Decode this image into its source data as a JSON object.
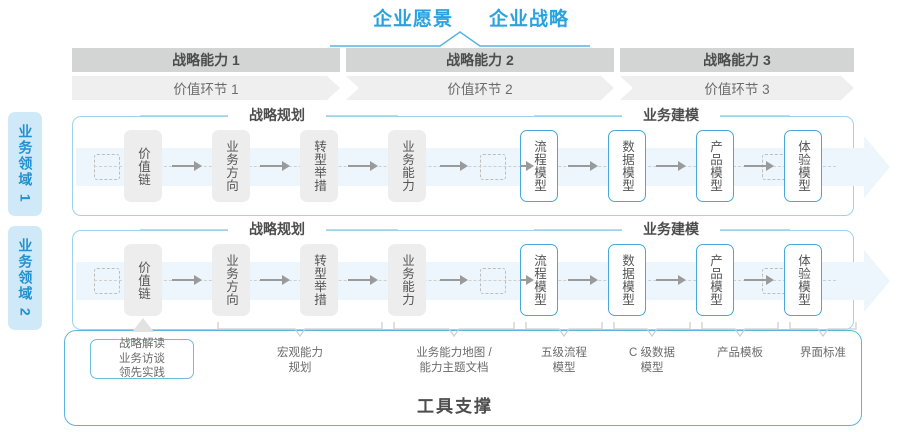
{
  "header": {
    "vision": "企业愿景",
    "strategy": "企业战略"
  },
  "capabilities": [
    {
      "label": "战略能力 1",
      "value_link": "价值环节 1"
    },
    {
      "label": "战略能力 2",
      "value_link": "价值环节 2"
    },
    {
      "label": "战略能力 3",
      "value_link": "价值环节 3"
    }
  ],
  "domains": [
    {
      "label": "业务领域 1"
    },
    {
      "label": "业务领域 2"
    }
  ],
  "groups": [
    {
      "label": "战略规划"
    },
    {
      "label": "业务建模"
    }
  ],
  "nodes": [
    {
      "label": "价值链",
      "style": "grey"
    },
    {
      "label": "业务方向",
      "style": "grey"
    },
    {
      "label": "转型举措",
      "style": "grey"
    },
    {
      "label": "业务能力",
      "style": "grey"
    },
    {
      "label": "流程模型",
      "style": "blue"
    },
    {
      "label": "数据模型",
      "style": "blue"
    },
    {
      "label": "产品模型",
      "style": "blue"
    },
    {
      "label": "体验模型",
      "style": "blue"
    }
  ],
  "tools": {
    "title": "工具支撑",
    "first": {
      "line1": "战略解读",
      "line2": "业务访谈",
      "line3": "领先实践"
    },
    "items": [
      {
        "line1": "宏观能力",
        "line2": "规划"
      },
      {
        "line1": "业务能力地图 /",
        "line2": "能力主题文档"
      },
      {
        "line1": "五级流程",
        "line2": "模型"
      },
      {
        "line1": "C 级数据",
        "line2": "模型"
      },
      {
        "line1": "产品模板",
        "line2": ""
      },
      {
        "line1": "界面标准",
        "line2": ""
      }
    ]
  },
  "colors": {
    "accent": "#29a3e0",
    "band": "#edf6fc",
    "header_dark": "#d3d5d5",
    "header_light": "#efefef",
    "node_grey": "#ededed",
    "node_blue_border": "#49a8da"
  }
}
